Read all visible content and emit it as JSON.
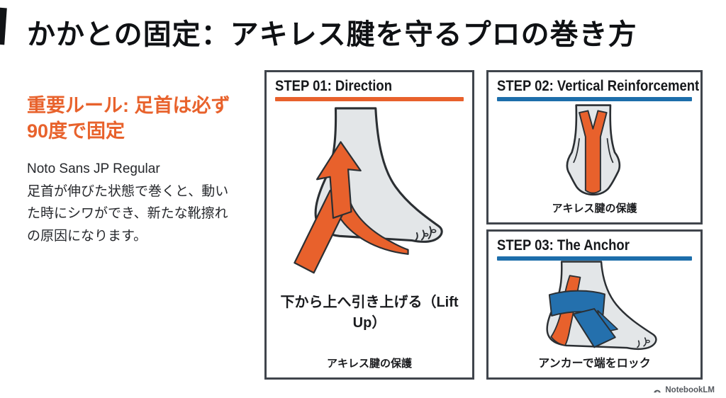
{
  "page": {
    "title": "かかとの固定：アキレス腱を守るプロの巻き方"
  },
  "key_rule": {
    "heading_line1": "重要ルール: 足首は必ず",
    "heading_line2": "90度で固定",
    "font_note": "Noto Sans JP Regular",
    "body_line1": "足首が伸びた状態で巻くと、動い",
    "body_line2": "た時にシワができ、新たな靴擦れ",
    "body_line3": "の原因になります。"
  },
  "steps": [
    {
      "title": "STEP 01: Direction",
      "caption_main": "下から上へ引き上げる（Lift Up）",
      "caption_sub": "アキレス腱の保護"
    },
    {
      "title": "STEP 02: Vertical Reinforcement",
      "caption_sub": "アキレス腱の保護"
    },
    {
      "title": "STEP 03: The Anchor",
      "caption_sub": "アンカーで端をロック"
    }
  ],
  "footer": {
    "watermark": "NotebookLM"
  },
  "colors": {
    "accent_orange": "#e8612c",
    "accent_blue": "#1d6eab",
    "illustration_gray": "#e3e6e8",
    "outline_dark": "#2b2f33",
    "box_border": "#40454c"
  }
}
